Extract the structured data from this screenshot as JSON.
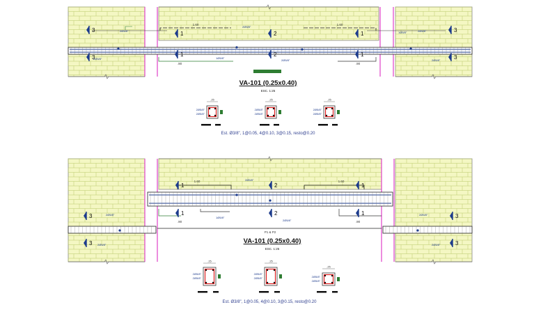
{
  "drawings": [
    {
      "title": "VA-101 (0.25x0.40)",
      "scale": "ESC. 1:25",
      "note": "Est. Ø3/8\", 1@0.05, 4@0.10, 3@0.15, resto@0.20",
      "section_marks": [
        "1",
        "2",
        "1",
        "3",
        "3"
      ],
      "dim_left": "1.60",
      "dim_right": "1.60",
      "dim_bottom_left": ".90",
      "dim_bottom_right": ".90",
      "bar_label_a": "2Ø5/8\"",
      "bar_label_b": "1Ø5/8\""
    },
    {
      "title": "VA-101 (0.25x0.40)",
      "scale": "ESC. 1:25",
      "note": "Est. Ø3/8\", 1@0.05, 4@0.10, 3@0.15, resto@0.20",
      "section_marks": [
        "1",
        "2",
        "1",
        "3",
        "3"
      ],
      "dim_left": "1.60",
      "dim_right": "1.60",
      "dim_bottom_left": ".90",
      "dim_bottom_right": ".90",
      "bar_label_a": "2Ø5/8\"",
      "bar_label_b": "1Ø5/8\"",
      "center_label": "P1 & P2"
    }
  ],
  "colors": {
    "wall_fill": "#f4f7c3",
    "brick_line": "#b9c86a",
    "column_line": "#e040c8",
    "rebar": "#1d3b8c",
    "stirrup": "#e02020",
    "dim_green": "#2e7d32",
    "marker_green": "#2e7d32"
  }
}
